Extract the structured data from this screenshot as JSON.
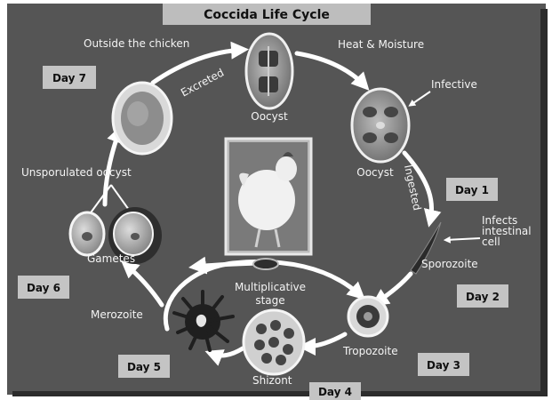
{
  "title": "Coccida Life Cycle",
  "colors": {
    "background": "#555555",
    "arrow": "#ffffff",
    "day_box": "#c4c4c4",
    "title_box": "#bdbdbd"
  },
  "days": {
    "day1": "Day 1",
    "day2": "Day 2",
    "day3": "Day 3",
    "day4": "Day 4",
    "day5": "Day 5",
    "day6": "Day 6",
    "day7": "Day 7"
  },
  "labels": {
    "outside_chicken": "Outside the chicken",
    "heat_moisture": "Heat & Moisture",
    "infective": "Infective",
    "excreted": "Excreted",
    "oocyst_top": "Oocyst",
    "oocyst_right": "Oocyst",
    "ingested": "Ingested",
    "unsporulated": "Unsporulated oocyst",
    "infects_1": "Infects",
    "infects_2": "intestinal",
    "infects_3": "cell",
    "sporozoite": "Sporozoite",
    "gametes": "Gametes",
    "multiplicative_1": "Multiplicative",
    "multiplicative_2": "stage",
    "merozoite": "Merozoite",
    "tropozoite": "Tropozoite",
    "shizont": "Shizont"
  }
}
